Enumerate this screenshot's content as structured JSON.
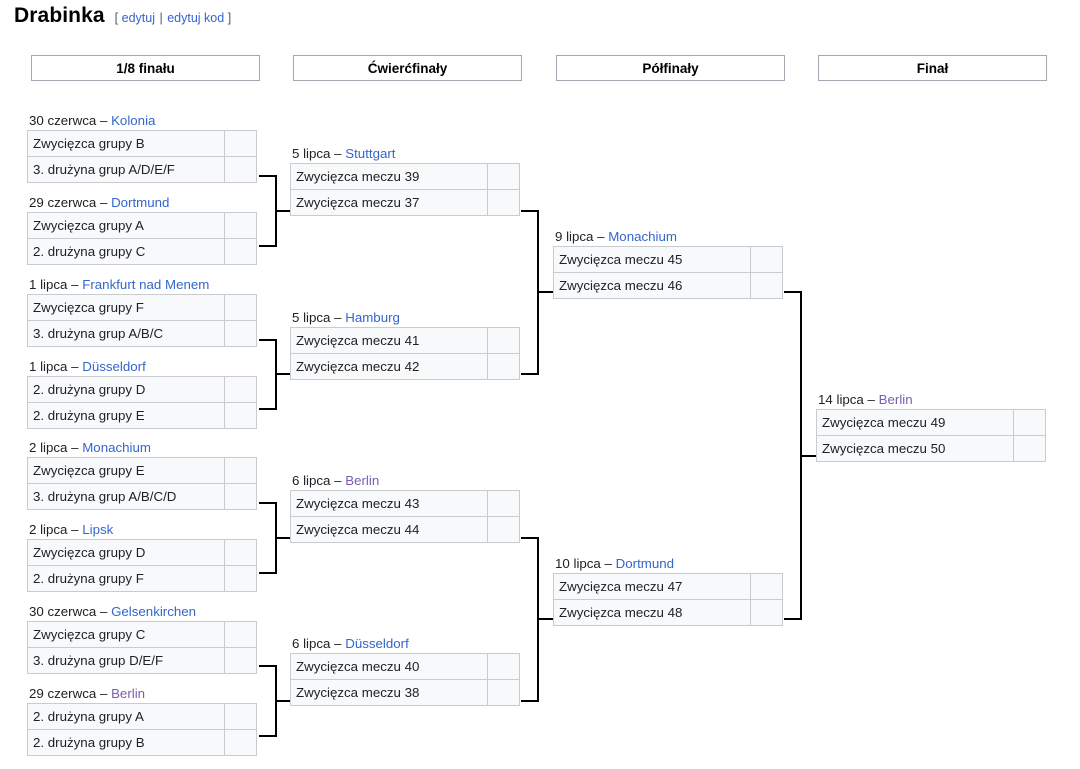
{
  "header": {
    "title": "Drabinka",
    "edit_open": "[",
    "edit_links": [
      "edytuj",
      "edytuj kod"
    ],
    "edit_sep": "|",
    "edit_close": "]"
  },
  "colors": {
    "link": "#3366cc",
    "link_visited": "#795cb2",
    "cell_bg": "#f8f9fa",
    "cell_border": "#c8ccd1",
    "header_border": "#a2a9b1",
    "connector": "#000000"
  },
  "rounds": [
    {
      "label": "1/8 finału"
    },
    {
      "label": "Ćwierćfinały"
    },
    {
      "label": "Półfinały"
    },
    {
      "label": "Finał"
    }
  ],
  "round16": [
    {
      "date": "30 czerwca",
      "venue": "Kolonia",
      "venue_visited": false,
      "teams": [
        "Zwycięzca grupy B",
        "3. drużyna grup A/D/E/F"
      ],
      "scores": [
        "",
        ""
      ]
    },
    {
      "date": "29 czerwca",
      "venue": "Dortmund",
      "venue_visited": false,
      "teams": [
        "Zwycięzca grupy A",
        "2. drużyna grupy C"
      ],
      "scores": [
        "",
        ""
      ]
    },
    {
      "date": "1 lipca",
      "venue": "Frankfurt nad Menem",
      "venue_visited": false,
      "teams": [
        "Zwycięzca grupy F",
        "3. drużyna grup A/B/C"
      ],
      "scores": [
        "",
        ""
      ]
    },
    {
      "date": "1 lipca",
      "venue": "Düsseldorf",
      "venue_visited": false,
      "teams": [
        "2. drużyna grupy D",
        "2. drużyna grupy E"
      ],
      "scores": [
        "",
        ""
      ]
    },
    {
      "date": "2 lipca",
      "venue": "Monachium",
      "venue_visited": false,
      "teams": [
        "Zwycięzca grupy E",
        "3. drużyna grup A/B/C/D"
      ],
      "scores": [
        "",
        ""
      ]
    },
    {
      "date": "2 lipca",
      "venue": "Lipsk",
      "venue_visited": false,
      "teams": [
        "Zwycięzca grupy D",
        "2. drużyna grupy F"
      ],
      "scores": [
        "",
        ""
      ]
    },
    {
      "date": "30 czerwca",
      "venue": "Gelsenkirchen",
      "venue_visited": false,
      "teams": [
        "Zwycięzca grupy C",
        "3. drużyna grup D/E/F"
      ],
      "scores": [
        "",
        ""
      ]
    },
    {
      "date": "29 czerwca",
      "venue": "Berlin",
      "venue_visited": true,
      "teams": [
        "2. drużyna grupy A",
        "2. drużyna grupy B"
      ],
      "scores": [
        "",
        ""
      ]
    }
  ],
  "quarterfinals": [
    {
      "date": "5 lipca",
      "venue": "Stuttgart",
      "venue_visited": false,
      "teams": [
        "Zwycięzca meczu 39",
        "Zwycięzca meczu 37"
      ],
      "scores": [
        "",
        ""
      ]
    },
    {
      "date": "5 lipca",
      "venue": "Hamburg",
      "venue_visited": false,
      "teams": [
        "Zwycięzca meczu 41",
        "Zwycięzca meczu 42"
      ],
      "scores": [
        "",
        ""
      ]
    },
    {
      "date": "6 lipca",
      "venue": "Berlin",
      "venue_visited": true,
      "teams": [
        "Zwycięzca meczu 43",
        "Zwycięzca meczu 44"
      ],
      "scores": [
        "",
        ""
      ]
    },
    {
      "date": "6 lipca",
      "venue": "Düsseldorf",
      "venue_visited": false,
      "teams": [
        "Zwycięzca meczu 40",
        "Zwycięzca meczu 38"
      ],
      "scores": [
        "",
        ""
      ]
    }
  ],
  "semifinals": [
    {
      "date": "9 lipca",
      "venue": "Monachium",
      "venue_visited": false,
      "teams": [
        "Zwycięzca meczu 45",
        "Zwycięzca meczu 46"
      ],
      "scores": [
        "",
        ""
      ]
    },
    {
      "date": "10 lipca",
      "venue": "Dortmund",
      "venue_visited": false,
      "teams": [
        "Zwycięzca meczu 47",
        "Zwycięzca meczu 48"
      ],
      "scores": [
        "",
        ""
      ]
    }
  ],
  "final": [
    {
      "date": "14 lipca",
      "venue": "Berlin",
      "venue_visited": true,
      "teams": [
        "Zwycięzca meczu 49",
        "Zwycięzca meczu 50"
      ],
      "scores": [
        "",
        ""
      ]
    }
  ]
}
